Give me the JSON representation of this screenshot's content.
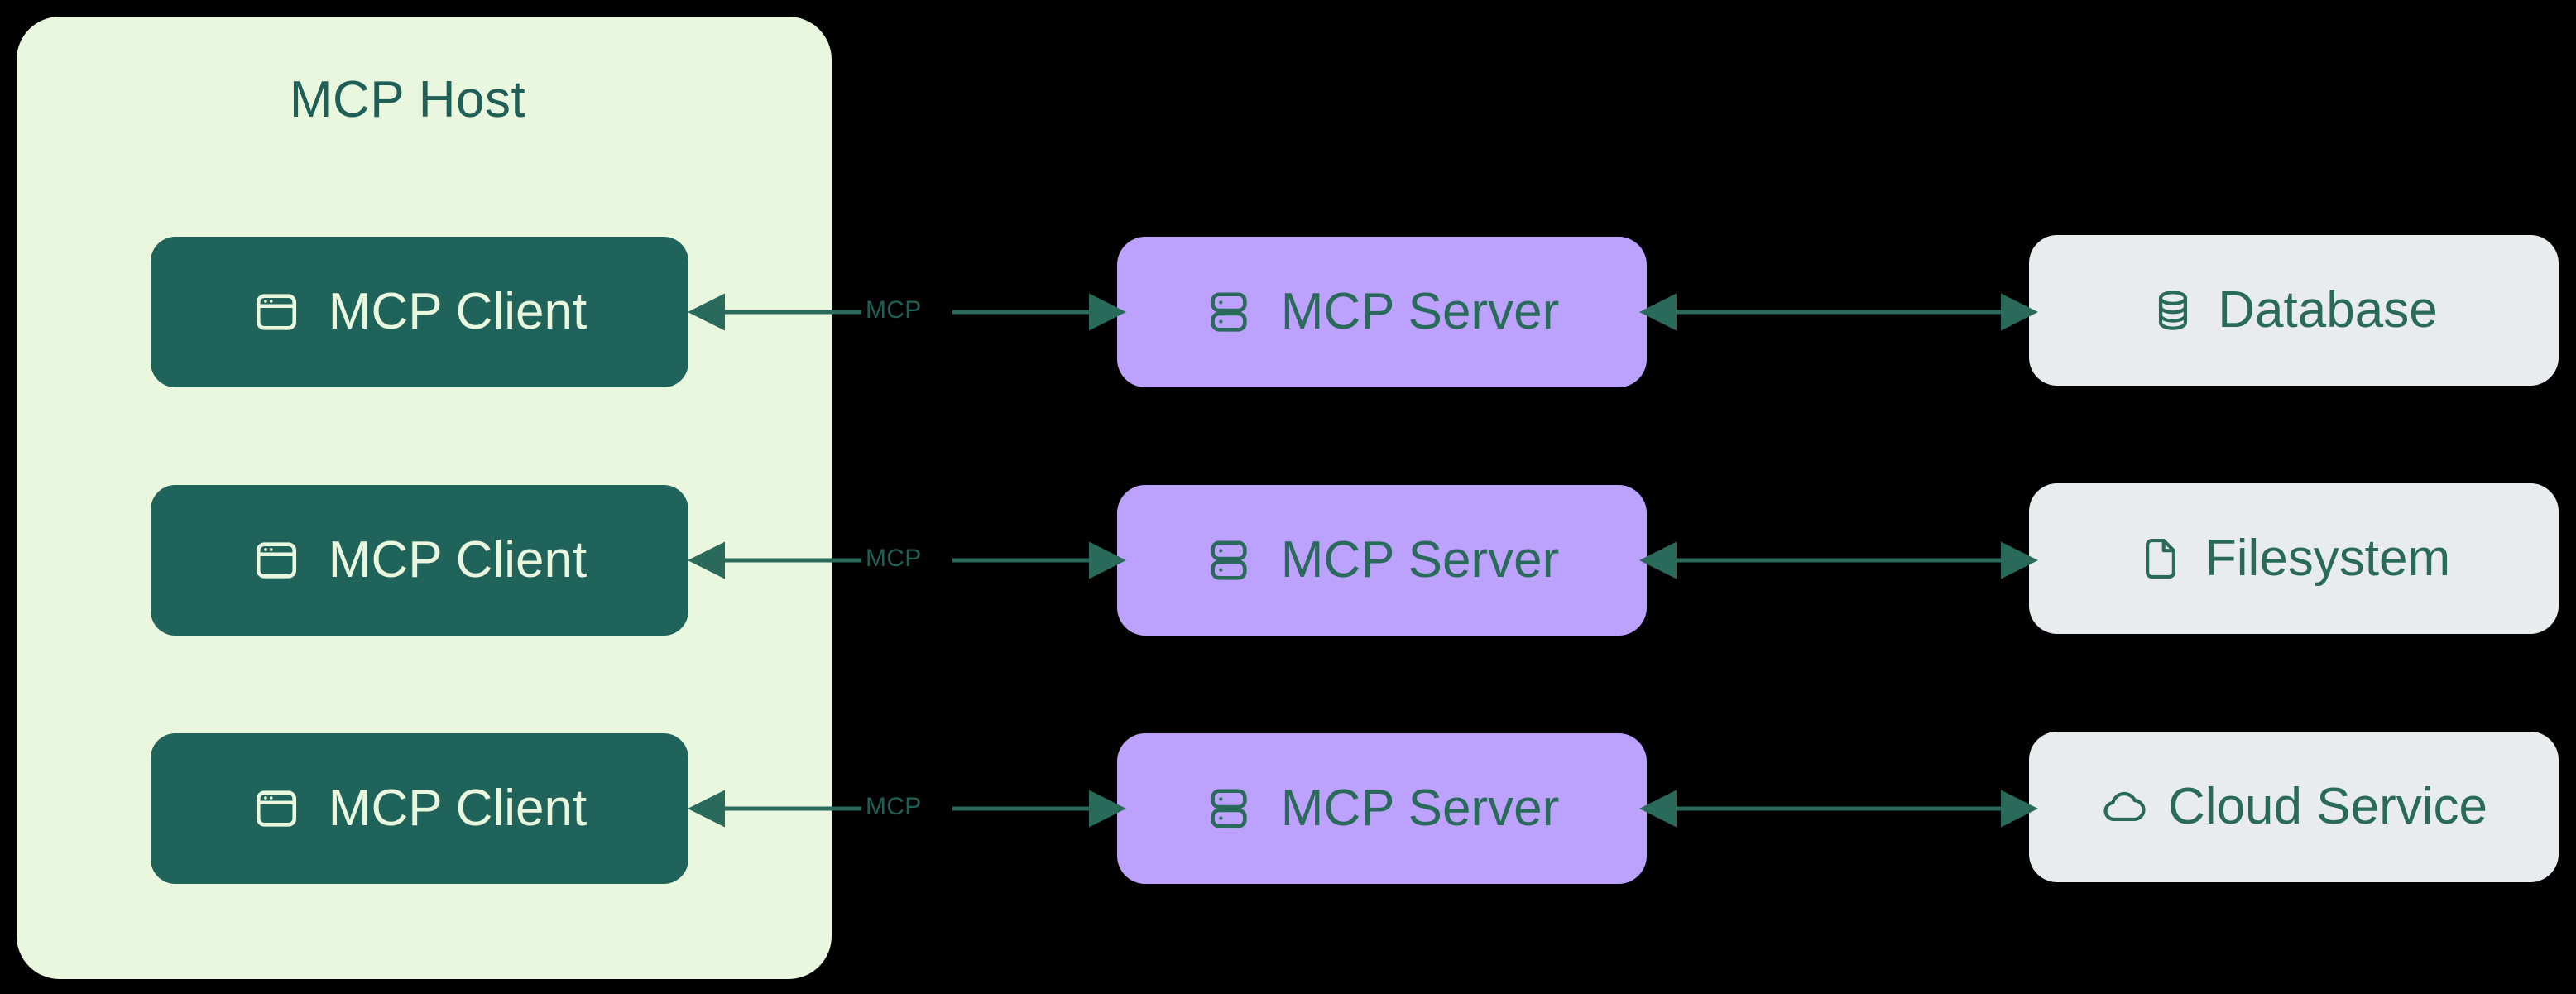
{
  "diagram": {
    "title": "MCP Host",
    "background_color": "#000000",
    "host_panel_color": "#e9f7df",
    "client_color": "#20635a",
    "server_color": "#bca1fd",
    "resource_color": "#e8ecec",
    "accent_color": "#1f5f57",
    "arrow_color": "#2a6a5b"
  },
  "host": {
    "title": "MCP Host",
    "clients": [
      {
        "label": "MCP Client",
        "icon": "app-window-icon"
      },
      {
        "label": "MCP Client",
        "icon": "app-window-icon"
      },
      {
        "label": "MCP Client",
        "icon": "app-window-icon"
      }
    ]
  },
  "servers": [
    {
      "label": "MCP Server",
      "icon": "server-rack-icon"
    },
    {
      "label": "MCP Server",
      "icon": "server-rack-icon"
    },
    {
      "label": "MCP Server",
      "icon": "server-rack-icon"
    }
  ],
  "resources": [
    {
      "label": "Database",
      "icon": "database-icon"
    },
    {
      "label": "Filesystem",
      "icon": "file-document-icon"
    },
    {
      "label": "Cloud Service",
      "icon": "cloud-icon"
    }
  ],
  "edges": {
    "client_server": [
      {
        "label": "MCP",
        "direction": "bidirectional"
      },
      {
        "label": "MCP",
        "direction": "bidirectional"
      },
      {
        "label": "MCP",
        "direction": "bidirectional"
      }
    ],
    "server_resource": [
      {
        "label": "",
        "direction": "bidirectional"
      },
      {
        "label": "",
        "direction": "bidirectional"
      },
      {
        "label": "",
        "direction": "bidirectional"
      }
    ]
  }
}
